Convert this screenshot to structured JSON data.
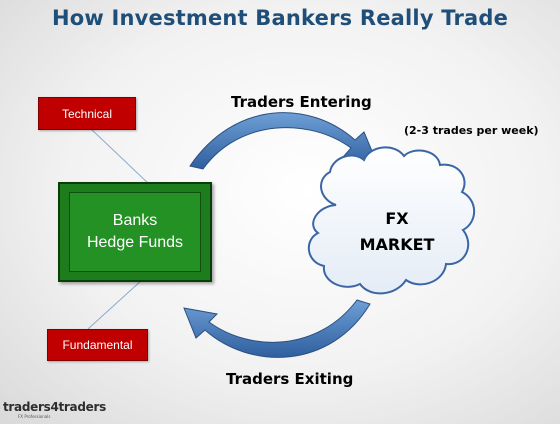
{
  "title": "How Investment Bankers Really Trade",
  "tags": {
    "technical": "Technical",
    "fundamental": "Fundamental"
  },
  "banks": {
    "line1": "Banks",
    "line2": "Hedge Funds"
  },
  "market": {
    "line1": "FX",
    "line2": "MARKET"
  },
  "flows": {
    "entering": "Traders Entering",
    "exiting": "Traders Exiting",
    "frequency": "(2-3 trades per week)"
  },
  "logo": {
    "name": "traders4traders",
    "tagline": "FX Professionals"
  },
  "colors": {
    "title": "#1f4e79",
    "tag_red": "#c00000",
    "bank_green": "#239123",
    "arrow_blue": "#4f81bd"
  }
}
